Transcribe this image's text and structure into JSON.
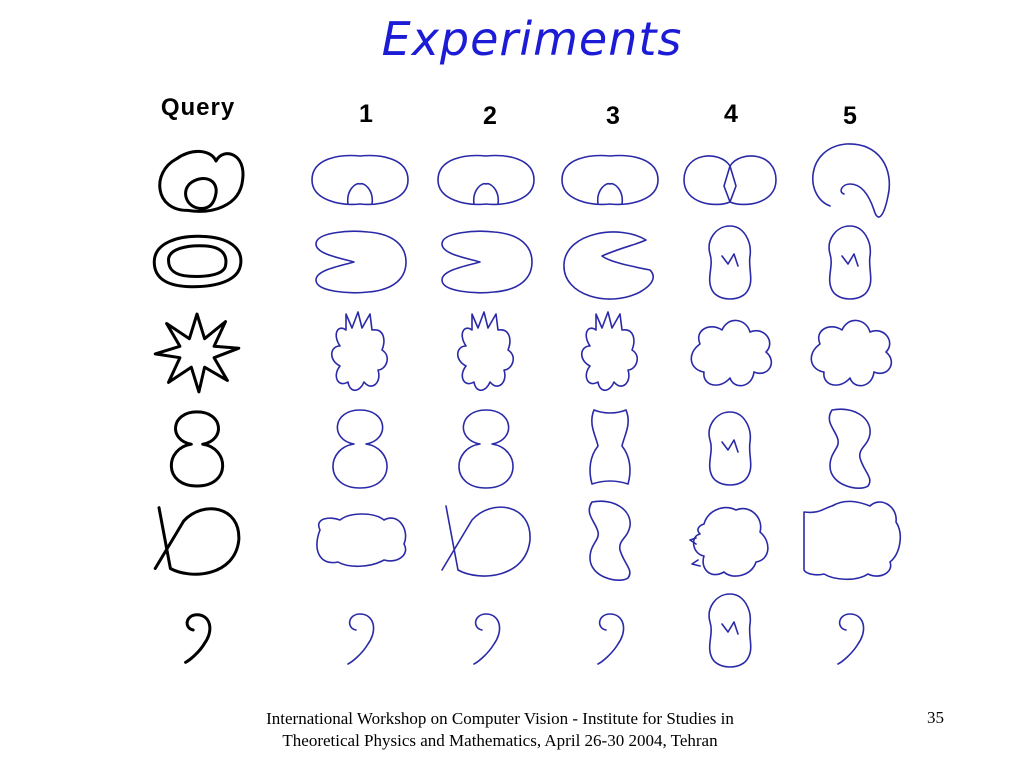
{
  "slide": {
    "title": "Experiments",
    "footer_line1": "International Workshop on Computer Vision - Institute for Studies in",
    "footer_line2": "Theoretical Physics and Mathematics, April 26-30 2004, Tehran",
    "page_number": "35"
  },
  "columns": [
    {
      "id": "query",
      "label": "Query"
    },
    {
      "id": "r1",
      "label": "1"
    },
    {
      "id": "r2",
      "label": "2"
    },
    {
      "id": "r3",
      "label": "3"
    },
    {
      "id": "r4",
      "label": "4"
    },
    {
      "id": "r5",
      "label": "5"
    }
  ],
  "rows": [
    {
      "query": "double-loop",
      "results": [
        "bean-notch",
        "bean-notch",
        "bean-notch",
        "heart-cleft",
        "comma-curl"
      ]
    },
    {
      "query": "nested-ellipse",
      "results": [
        "pinched-oval",
        "pinched-oval",
        "pacman-notch",
        "wavy-ellipse",
        "wavy-ellipse"
      ]
    },
    {
      "query": "flower",
      "results": [
        "spiky-blob",
        "spiky-blob",
        "spiky-blob",
        "wavy-blob",
        "wavy-blob"
      ]
    },
    {
      "query": "figure-eight",
      "results": [
        "figure-eight",
        "figure-eight",
        "hourglass",
        "wavy-ellipse",
        "kidney"
      ]
    },
    {
      "query": "fish",
      "results": [
        "lumpy-oval",
        "fish",
        "kidney",
        "star-blob",
        "flat-blob"
      ]
    },
    {
      "query": "comma",
      "results": [
        "comma",
        "comma",
        "comma",
        "wavy-ellipse",
        "comma"
      ]
    }
  ],
  "colors": {
    "title": "#1c1cd6",
    "query_stroke": "#000000",
    "result_stroke": "#2a2aa8"
  }
}
